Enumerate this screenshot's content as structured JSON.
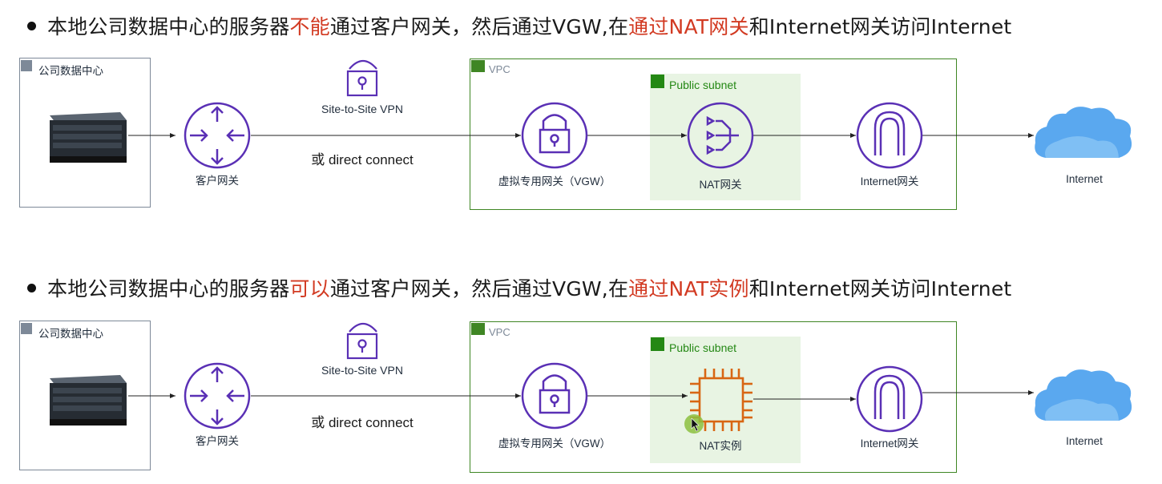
{
  "headlines": [
    {
      "prefix": "本地公司数据中心的服务器",
      "highlight1": "不能",
      "middle": "通过客户网关，然后通过VGW,在",
      "highlight2": "通过NAT网关",
      "suffix": "和Internet网关访问Internet"
    },
    {
      "prefix": "本地公司数据中心的服务器",
      "highlight1": "可以",
      "middle": "通过客户网关，然后通过VGW,在",
      "highlight2": "通过NAT实例",
      "suffix": "和Internet网关访问Internet"
    }
  ],
  "diagrams": [
    {
      "datacenter_label": "公司数据中心",
      "customer_gateway_label": "客户网关",
      "vpn_label": "Site-to-Site VPN",
      "direct_connect_label": "或 direct connect",
      "vpc_label": "VPC",
      "subnet_label": "Public subnet",
      "vgw_label": "虚拟专用网关（VGW）",
      "nat_label": "NAT网关",
      "igw_label": "Internet网关",
      "internet_label": "Internet"
    },
    {
      "datacenter_label": "公司数据中心",
      "customer_gateway_label": "客户网关",
      "vpn_label": "Site-to-Site VPN",
      "direct_connect_label": "或 direct connect",
      "vpc_label": "VPC",
      "subnet_label": "Public subnet",
      "vgw_label": "虚拟专用网关（VGW）",
      "nat_label": "NAT实例",
      "igw_label": "Internet网关",
      "internet_label": "Internet"
    }
  ],
  "colors": {
    "highlight": "#d23a22",
    "purple": "#5a30b5",
    "vpc_green": "#3f8624",
    "subnet_fill": "#e8f4e3",
    "nat_instance_orange": "#d86613",
    "cloud_blue": "#5aa8ef"
  },
  "icons": {
    "server": "server-rack-icon",
    "customer_gateway": "router-arrows-icon",
    "vpn": "lock-icon",
    "vgw": "lock-circle-icon",
    "nat_gateway": "nat-gateway-icon",
    "nat_instance": "ec2-chip-icon",
    "igw": "arch-icon",
    "internet": "cloud-icon"
  }
}
